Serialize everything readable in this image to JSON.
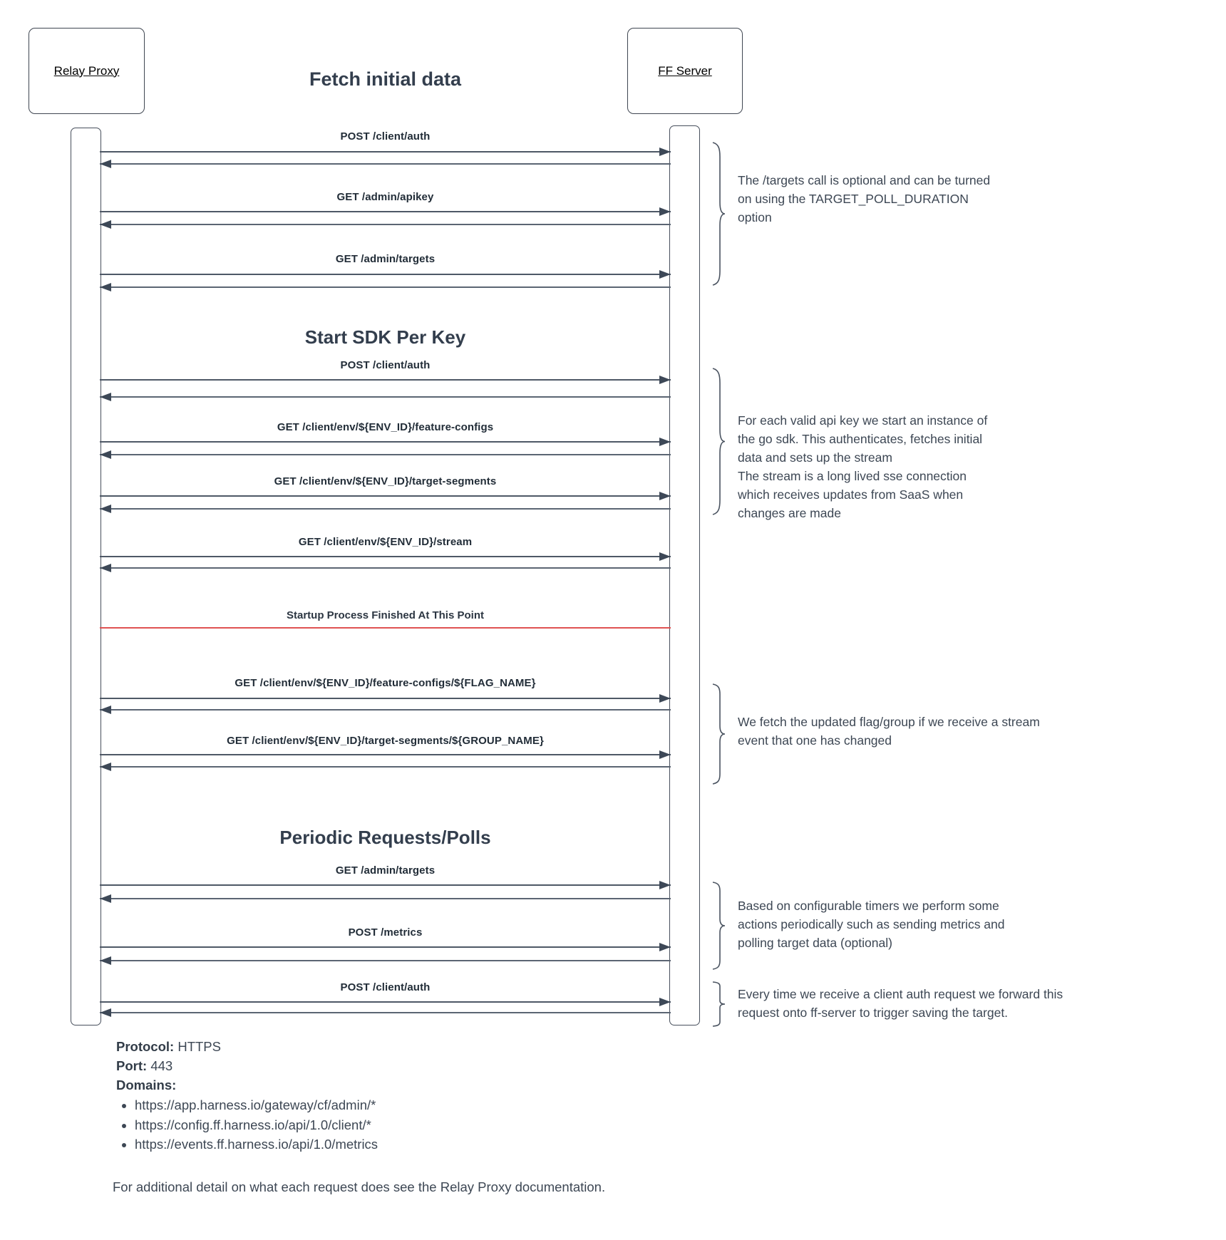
{
  "title": "Fetch initial data",
  "actors": [
    {
      "label": "Relay Proxy"
    },
    {
      "label": "FF Server"
    }
  ],
  "sections": [
    {
      "label": "Start SDK Per Key"
    },
    {
      "label": "Periodic Requests/Polls"
    }
  ],
  "messages": [
    {
      "label": "POST /client/auth"
    },
    {
      "label": "GET /admin/apikey"
    },
    {
      "label": "GET /admin/targets"
    },
    {
      "label": "POST /client/auth"
    },
    {
      "label": "GET /client/env/${ENV_ID}/feature-configs"
    },
    {
      "label": "GET /client/env/${ENV_ID}/target-segments"
    },
    {
      "label": "GET /client/env/${ENV_ID}/stream"
    },
    {
      "label": "GET /client/env/${ENV_ID}/feature-configs/${FLAG_NAME}"
    },
    {
      "label": "GET /client/env/${ENV_ID}/target-segments/${GROUP_NAME}"
    },
    {
      "label": "GET /admin/targets"
    },
    {
      "label": "POST /metrics"
    },
    {
      "label": "POST /client/auth"
    }
  ],
  "separator": {
    "label": "Startup Process Finished At This Point",
    "color": "#e05252"
  },
  "annotations": [
    {
      "text": "The /targets call is optional and can be turned\non using the TARGET_POLL_DURATION\noption"
    },
    {
      "text": "For each valid api key we start an instance of\nthe go sdk. This authenticates, fetches initial\ndata and sets up the stream\nThe stream is a long lived sse connection\nwhich receives updates from SaaS when\nchanges are made"
    },
    {
      "text": "We fetch the updated flag/group if we receive a stream\nevent that one has changed"
    },
    {
      "text": "Based on configurable timers we perform some\nactions periodically such as sending metrics and\npolling target data (optional)"
    },
    {
      "text": "Every time we receive a client auth request we forward this\nrequest onto ff-server to trigger saving the target."
    }
  ],
  "footer": {
    "protocol_label": "Protocol:",
    "protocol_value": "HTTPS",
    "port_label": "Port:",
    "port_value": "443",
    "domains_label": "Domains:",
    "domains": [
      "https://app.harness.io/gateway/cf/admin/*",
      "https://config.ff.harness.io/api/1.0/client/*",
      "https://events.ff.harness.io/api/1.0/metrics"
    ],
    "note": "For additional detail on what each request does see the Relay Proxy documentation."
  },
  "colors": {
    "separator_red": "#e05252",
    "ink": "#3e4958"
  }
}
